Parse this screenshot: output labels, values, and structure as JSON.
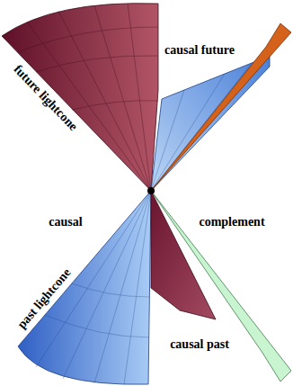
{
  "diagram": {
    "labels": [
      "causal future",
      "future lightcone",
      "causal",
      "complement",
      "past lightcone",
      "causal past"
    ]
  }
}
